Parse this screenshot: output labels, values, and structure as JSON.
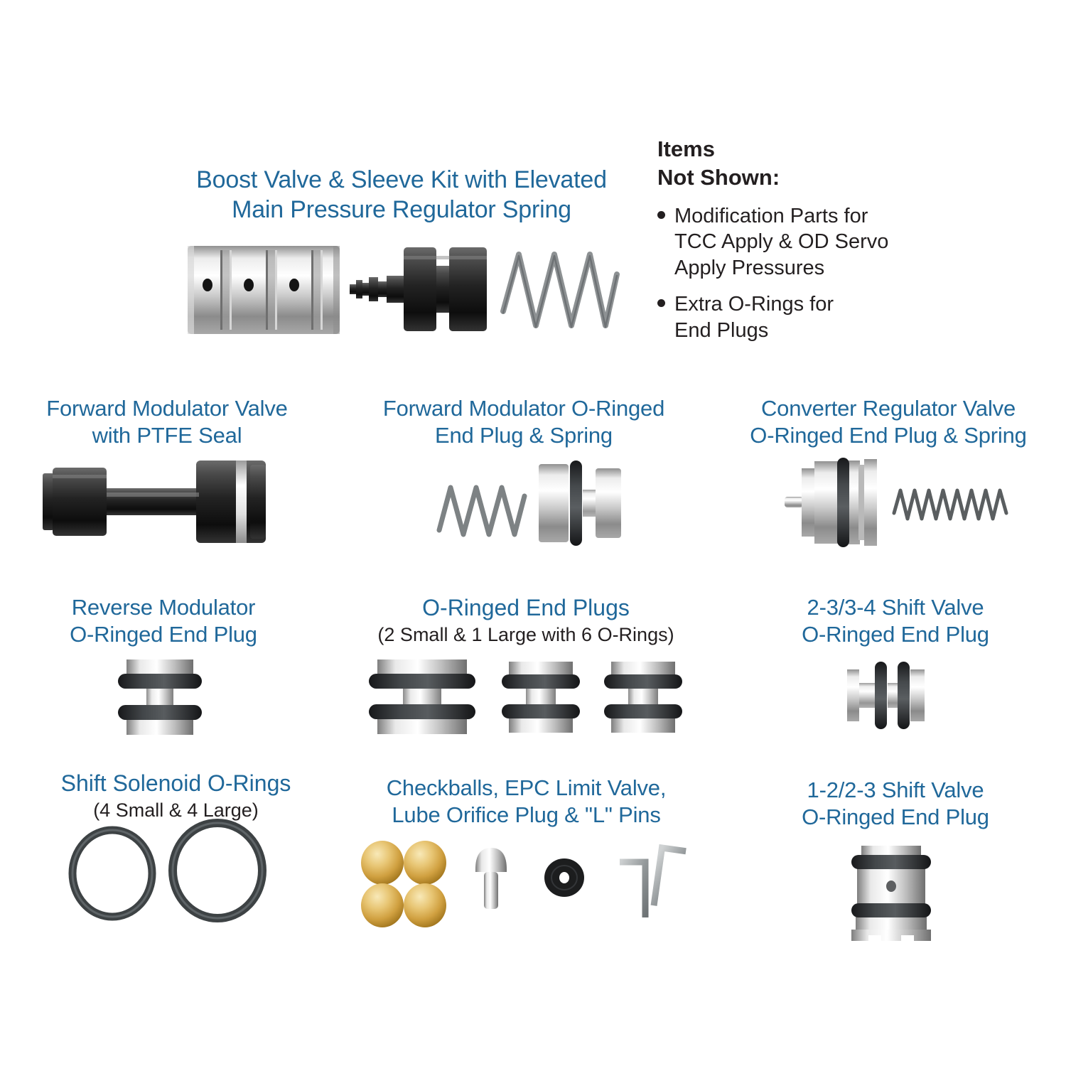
{
  "colors": {
    "label_blue": "#20689a",
    "text_dark": "#231f20",
    "background": "#ffffff"
  },
  "boost": {
    "label": "Boost Valve & Sleeve Kit with Elevated\nMain Pressure Regulator Spring",
    "parts": [
      "boost-sleeve",
      "boost-valve",
      "main-pressure-regulator-spring"
    ]
  },
  "items_not_shown": {
    "heading": "Items\nNot Shown:",
    "bullets": [
      "Modification Parts for\nTCC Apply & OD Servo\nApply Pressures",
      "Extra O-Rings for\nEnd Plugs"
    ]
  },
  "forward_modulator_valve": {
    "label": "Forward Modulator Valve\nwith PTFE Seal",
    "parts": [
      "valve-with-ptfe-seal"
    ]
  },
  "forward_modulator_plug": {
    "label": "Forward Modulator O-Ringed\nEnd Plug & Spring",
    "parts": [
      "spring",
      "o-ringed-end-plug"
    ]
  },
  "converter_regulator": {
    "label": "Converter Regulator Valve\nO-Ringed End Plug & Spring",
    "parts": [
      "o-ringed-end-plug",
      "spring"
    ]
  },
  "reverse_modulator": {
    "label": "Reverse Modulator\nO-Ringed End Plug",
    "parts": [
      "o-ringed-end-plug"
    ]
  },
  "oringed_end_plugs": {
    "label": "O-Ringed End Plugs",
    "sublabel": "(2 Small & 1 Large with 6 O-Rings)",
    "parts": [
      "large-end-plug",
      "small-end-plug",
      "small-end-plug"
    ]
  },
  "shift_valve_2334": {
    "label": "2-3/3-4 Shift Valve\nO-Ringed End Plug",
    "parts": [
      "o-ringed-end-plug"
    ]
  },
  "shift_solenoid_orings": {
    "label": "Shift Solenoid O-Rings",
    "sublabel": "(4 Small & 4 Large)",
    "parts": [
      "small-o-ring",
      "large-o-ring"
    ]
  },
  "checkballs_group": {
    "label": "Checkballs, EPC Limit Valve,\nLube Orifice Plug & \"L\" Pins",
    "parts": [
      "checkballs",
      "epc-limit-valve",
      "lube-orifice-plug",
      "l-pins"
    ]
  },
  "shift_valve_1223": {
    "label": "1-2/2-3 Shift Valve\nO-Ringed End Plug",
    "parts": [
      "o-ringed-end-plug"
    ]
  }
}
